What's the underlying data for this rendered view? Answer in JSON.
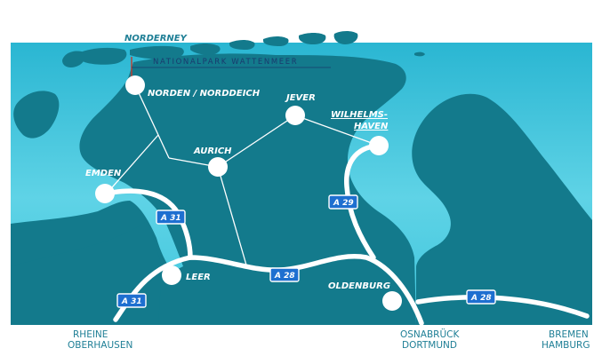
{
  "map": {
    "island_label": "NORDERNEY",
    "park_label": "NATIONALPARK WATTENMEER",
    "cities": {
      "norden": "NORDEN / NORDDEICH",
      "jever": "JEVER",
      "wilhelmshaven_1": "WILHELMS-",
      "wilhelmshaven_2": "HAVEN",
      "aurich": "AURICH",
      "emden": "EMDEN",
      "leer": "LEER",
      "oldenburg": "OLDENBURG"
    },
    "motorways": {
      "a31_upper": "A 31",
      "a31_lower": "A 31",
      "a28_mid": "A 28",
      "a28_east": "A 28",
      "a29": "A 29"
    },
    "edge_labels": {
      "west_1": "RHEINE",
      "west_2": "OBERHAUSEN",
      "south_1": "OSNABRÜCK",
      "south_2": "DORTMUND",
      "east_1": "BREMEN",
      "east_2": "HAMBURG"
    },
    "colors": {
      "sea": "#39c4dc",
      "land": "#137a8c",
      "road": "#ffffff",
      "shield": "#1e6fd0",
      "label_blue": "#1f7f96"
    }
  }
}
